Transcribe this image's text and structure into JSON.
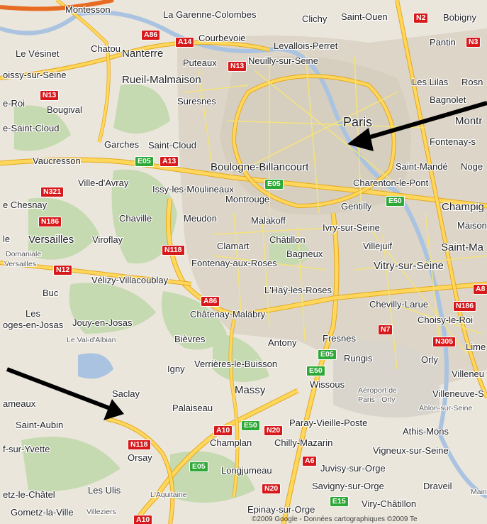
{
  "map": {
    "places": [
      {
        "id": "montesson",
        "label": "Montesson"
      },
      {
        "id": "garenne",
        "label": "La Garenne-Colombes"
      },
      {
        "id": "clichy",
        "label": "Clichy"
      },
      {
        "id": "saint-ouen",
        "label": "Saint-Ouen"
      },
      {
        "id": "bobigny",
        "label": "Bobigny"
      },
      {
        "id": "le-vesinet",
        "label": "Le Vésinet"
      },
      {
        "id": "chatou",
        "label": "Chatou"
      },
      {
        "id": "courbevoie",
        "label": "Courbevoie"
      },
      {
        "id": "levallois",
        "label": "Levallois-Perret"
      },
      {
        "id": "pantin",
        "label": "Pantin"
      },
      {
        "id": "nanterre",
        "label": "Nanterre"
      },
      {
        "id": "puteaux",
        "label": "Puteaux"
      },
      {
        "id": "neuilly",
        "label": "Neuilly-sur-Seine"
      },
      {
        "id": "poissy",
        "label": "oissy-sur-Seine"
      },
      {
        "id": "rueil",
        "label": "Rueil-Malmaison"
      },
      {
        "id": "les-lilas",
        "label": "Les Lilas"
      },
      {
        "id": "rosny",
        "label": "Rosn"
      },
      {
        "id": "le-roi",
        "label": "e-Roi"
      },
      {
        "id": "suresnes",
        "label": "Suresnes"
      },
      {
        "id": "bagnolet",
        "label": "Bagnolet"
      },
      {
        "id": "bougival",
        "label": "Bougival"
      },
      {
        "id": "paris",
        "label": "Paris"
      },
      {
        "id": "montr",
        "label": "Montr"
      },
      {
        "id": "saint-cloud-left",
        "label": "e-Saint-Cloud"
      },
      {
        "id": "garches",
        "label": "Garches"
      },
      {
        "id": "saint-cloud",
        "label": "Saint-Cloud"
      },
      {
        "id": "fontenay-s",
        "label": "Fontenay-s"
      },
      {
        "id": "vaucresson",
        "label": "Vaucresson"
      },
      {
        "id": "boulogne",
        "label": "Boulogne-Billancourt"
      },
      {
        "id": "saint-mande",
        "label": "Saint-Mandé"
      },
      {
        "id": "noge",
        "label": "Noge"
      },
      {
        "id": "ville-davray",
        "label": "Ville-d'Avray"
      },
      {
        "id": "issy",
        "label": "Issy-les-Moulineaux"
      },
      {
        "id": "charenton",
        "label": "Charenton-le-Pont"
      },
      {
        "id": "montrouge",
        "label": "Montrouge"
      },
      {
        "id": "chesnay",
        "label": "e Chesnay"
      },
      {
        "id": "gentilly",
        "label": "Gentilly"
      },
      {
        "id": "champig",
        "label": "Champig"
      },
      {
        "id": "chaville",
        "label": "Chaville"
      },
      {
        "id": "meudon",
        "label": "Meudon"
      },
      {
        "id": "malakoff",
        "label": "Malakoff"
      },
      {
        "id": "maisons",
        "label": "Maisons"
      },
      {
        "id": "ivry",
        "label": "Ivry-sur-Seine"
      },
      {
        "id": "le",
        "label": "le"
      },
      {
        "id": "versailles",
        "label": "Versailles"
      },
      {
        "id": "viroflay",
        "label": "Viroflay"
      },
      {
        "id": "clamart",
        "label": "Clamart"
      },
      {
        "id": "chatillon",
        "label": "Châtillon"
      },
      {
        "id": "villejuif",
        "label": "Villejuif"
      },
      {
        "id": "saint-ma",
        "label": "Saint-Ma"
      },
      {
        "id": "domaniale",
        "label": "Domaniale"
      },
      {
        "id": "bagneux",
        "label": "Bagneux"
      },
      {
        "id": "versailles-small",
        "label": "Versailles"
      },
      {
        "id": "fontenay-roses",
        "label": "Fontenay-aux-Roses"
      },
      {
        "id": "vitry",
        "label": "Vitry-sur-Seine"
      },
      {
        "id": "velizy",
        "label": "Vélizy-Villacoublay"
      },
      {
        "id": "buc",
        "label": "Buc"
      },
      {
        "id": "lhay",
        "label": "L'Haÿ-les-Roses"
      },
      {
        "id": "les",
        "label": "Les"
      },
      {
        "id": "chevilly",
        "label": "Chevilly-Larue"
      },
      {
        "id": "chatenay",
        "label": "Châtenay-Malabry"
      },
      {
        "id": "choisy",
        "label": "Choisy-le-Roi"
      },
      {
        "id": "loges",
        "label": "oges-en-Josas"
      },
      {
        "id": "jouy",
        "label": "Jouy-en-Josas"
      },
      {
        "id": "fresnes",
        "label": "Fresnes"
      },
      {
        "id": "le-val",
        "label": "Le Val-d'Albian"
      },
      {
        "id": "bievres",
        "label": "Bièvres"
      },
      {
        "id": "antony",
        "label": "Antony"
      },
      {
        "id": "lime",
        "label": "Lime"
      },
      {
        "id": "rungis",
        "label": "Rungis"
      },
      {
        "id": "orly",
        "label": "Orly"
      },
      {
        "id": "igny",
        "label": "Igny"
      },
      {
        "id": "verrieres",
        "label": "Verrières-le-Buisson"
      },
      {
        "id": "villeneu",
        "label": "Villeneu"
      },
      {
        "id": "wissous",
        "label": "Wissous"
      },
      {
        "id": "massy",
        "label": "Massy"
      },
      {
        "id": "aeroport",
        "label": "Aéroport de"
      },
      {
        "id": "paris-orly",
        "label": "Paris - Orly"
      },
      {
        "id": "villeneuve-s",
        "label": "Villeneuve-S"
      },
      {
        "id": "saclay",
        "label": "Saclay"
      },
      {
        "id": "ameaux",
        "label": "ameaux"
      },
      {
        "id": "ablon",
        "label": "Ablon-sur-Seine"
      },
      {
        "id": "palaiseau",
        "label": "Palaiseau"
      },
      {
        "id": "saint-aubin",
        "label": "Saint-Aubin"
      },
      {
        "id": "paray",
        "label": "Paray-Vieille-Poste"
      },
      {
        "id": "athis",
        "label": "Athis-Mons"
      },
      {
        "id": "gif",
        "label": "f-sur-Yvette"
      },
      {
        "id": "champlan",
        "label": "Champlan"
      },
      {
        "id": "chilly",
        "label": "Chilly-Mazarin"
      },
      {
        "id": "vigneux",
        "label": "Vigneux-sur-Seine"
      },
      {
        "id": "orsay",
        "label": "Orsay"
      },
      {
        "id": "juvisy",
        "label": "Juvisy-sur-Orge"
      },
      {
        "id": "longjumeau",
        "label": "Longjumeau"
      },
      {
        "id": "savigny",
        "label": "Savigny-sur-Orge"
      },
      {
        "id": "draveil",
        "label": "Draveil"
      },
      {
        "id": "main",
        "label": "Main"
      },
      {
        "id": "les-ulis",
        "label": "Les Ulis"
      },
      {
        "id": "chatel",
        "label": "etz-le-Châtel"
      },
      {
        "id": "viry",
        "label": "Viry-Châtillon"
      },
      {
        "id": "laquitaine",
        "label": "L'Aquitaine"
      },
      {
        "id": "gometz",
        "label": "Gometz-la-Ville"
      },
      {
        "id": "villeziers",
        "label": "Villeziers"
      },
      {
        "id": "epinay",
        "label": "Epinay-sur-Orge"
      }
    ],
    "shields": [
      {
        "id": "a86-top",
        "label": "A86",
        "color": "red"
      },
      {
        "id": "a14",
        "label": "A14",
        "color": "red"
      },
      {
        "id": "n2",
        "label": "N2",
        "color": "red"
      },
      {
        "id": "n3",
        "label": "N3",
        "color": "red"
      },
      {
        "id": "n13-top",
        "label": "N13",
        "color": "red"
      },
      {
        "id": "n13-left",
        "label": "N13",
        "color": "red"
      },
      {
        "id": "e05-cloud",
        "label": "E05",
        "color": "green"
      },
      {
        "id": "a13",
        "label": "A13",
        "color": "red"
      },
      {
        "id": "e05-issy",
        "label": "E05",
        "color": "green"
      },
      {
        "id": "e50-gentilly",
        "label": "E50",
        "color": "green"
      },
      {
        "id": "n321",
        "label": "N321",
        "color": "red"
      },
      {
        "id": "n186-left",
        "label": "N186",
        "color": "red"
      },
      {
        "id": "n118-top",
        "label": "N118",
        "color": "red"
      },
      {
        "id": "n12",
        "label": "N12",
        "color": "red"
      },
      {
        "id": "a86-mid",
        "label": "A86",
        "color": "red"
      },
      {
        "id": "n186-right",
        "label": "N186",
        "color": "red"
      },
      {
        "id": "n7",
        "label": "N7",
        "color": "red"
      },
      {
        "id": "n305",
        "label": "N305",
        "color": "red"
      },
      {
        "id": "e05-fresnes",
        "label": "E05",
        "color": "green"
      },
      {
        "id": "e50-wissous",
        "label": "E50",
        "color": "green"
      },
      {
        "id": "a10-top",
        "label": "A10",
        "color": "red"
      },
      {
        "id": "e50-champlan",
        "label": "E50",
        "color": "green"
      },
      {
        "id": "n20-top",
        "label": "N20",
        "color": "red"
      },
      {
        "id": "n118-bottom",
        "label": "N118",
        "color": "red"
      },
      {
        "id": "a6",
        "label": "A6",
        "color": "red"
      },
      {
        "id": "e05-long",
        "label": "E05",
        "color": "green"
      },
      {
        "id": "n20-bottom",
        "label": "N20",
        "color": "red"
      },
      {
        "id": "e15",
        "label": "E15",
        "color": "green"
      },
      {
        "id": "a10-bottom",
        "label": "A10",
        "color": "red"
      },
      {
        "id": "a8",
        "label": "A8",
        "color": "red"
      }
    ],
    "copyright": "©2009 Google - Données cartographiques ©2009 Te",
    "colors": {
      "background": "#ebe6dc",
      "urban": "#dcd5c8",
      "parks": "#c5dab0",
      "water": "#a9c3e0",
      "roads": "#ffd75c",
      "roads_outline": "#e3a81f",
      "arrow": "#000000"
    },
    "annotations": [
      {
        "id": "arrow-paris",
        "points_to": "paris"
      },
      {
        "id": "arrow-saclay",
        "points_to": "saclay"
      }
    ]
  }
}
